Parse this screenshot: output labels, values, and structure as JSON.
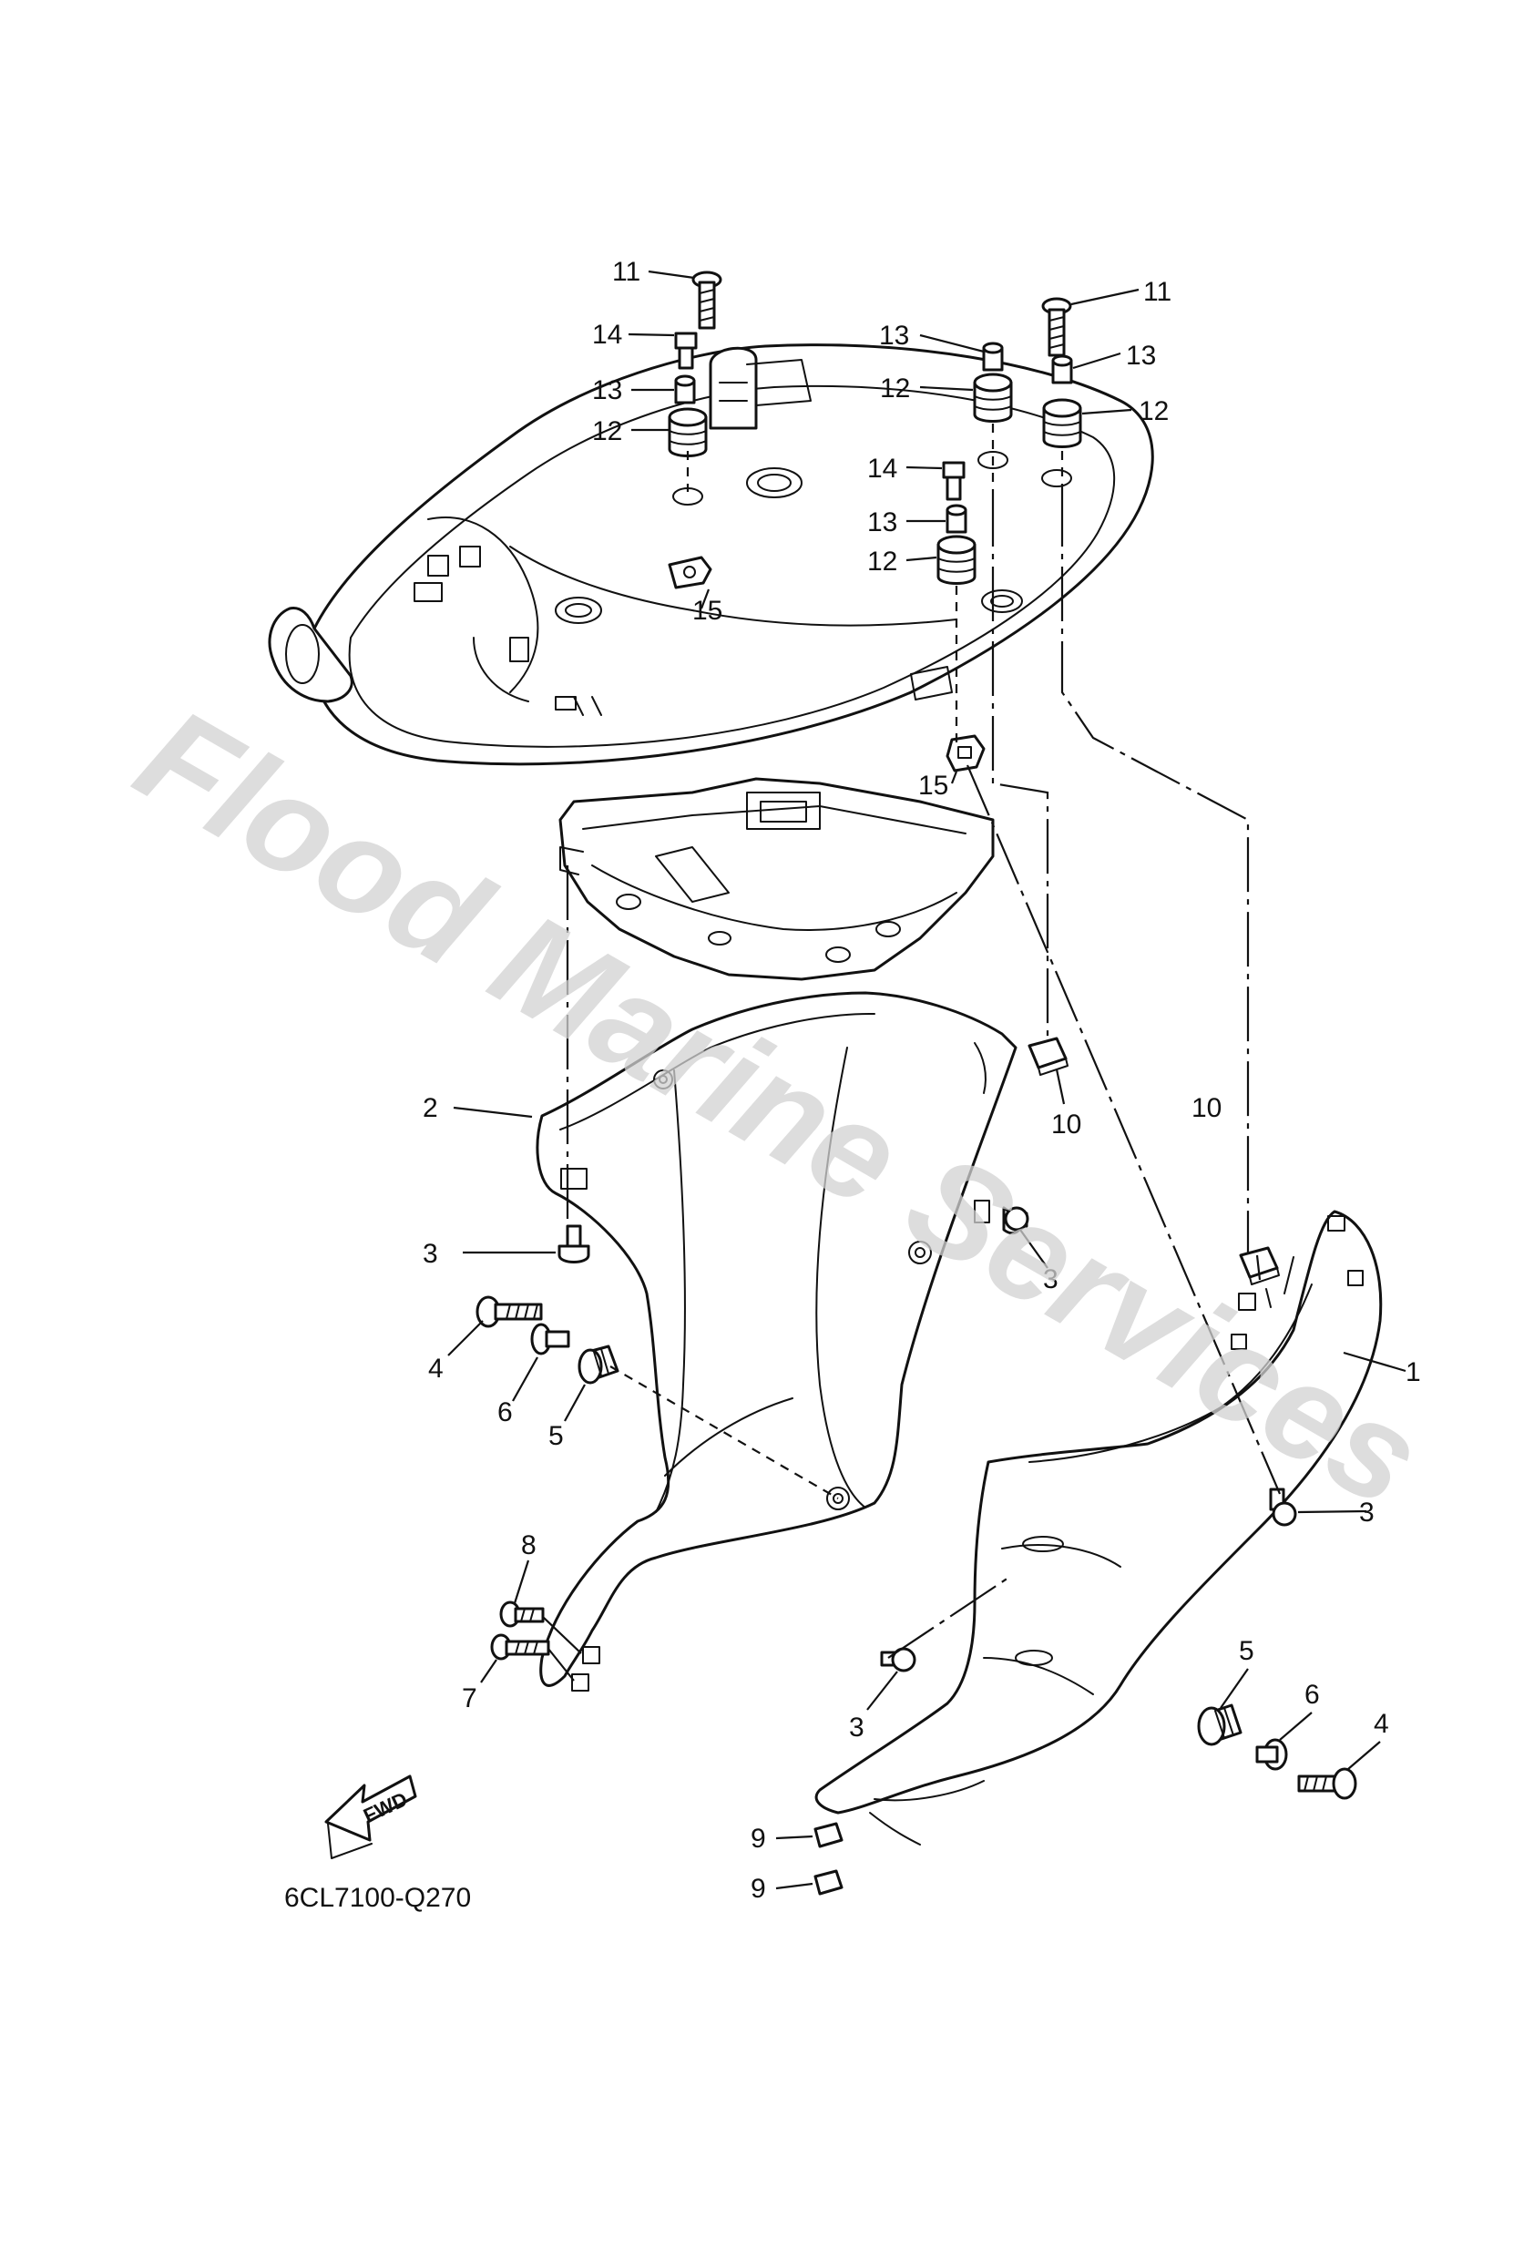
{
  "watermark": "Flood Marine Services",
  "diagram_code": "6CL7100-Q270",
  "fwd_label": "FWD",
  "callouts": [
    {
      "id": "c11a",
      "label": "11"
    },
    {
      "id": "c11b",
      "label": "11"
    },
    {
      "id": "c13a",
      "label": "13"
    },
    {
      "id": "c13b",
      "label": "13"
    },
    {
      "id": "c13c",
      "label": "13"
    },
    {
      "id": "c13d",
      "label": "13"
    },
    {
      "id": "c14a",
      "label": "14"
    },
    {
      "id": "c14b",
      "label": "14"
    },
    {
      "id": "c12a",
      "label": "12"
    },
    {
      "id": "c12b",
      "label": "12"
    },
    {
      "id": "c12c",
      "label": "12"
    },
    {
      "id": "c12d",
      "label": "12"
    },
    {
      "id": "c15a",
      "label": "15"
    },
    {
      "id": "c15b",
      "label": "15"
    },
    {
      "id": "c10a",
      "label": "10"
    },
    {
      "id": "c10b",
      "label": "10"
    },
    {
      "id": "c2",
      "label": "2"
    },
    {
      "id": "c3a",
      "label": "3"
    },
    {
      "id": "c3b",
      "label": "3"
    },
    {
      "id": "c3c",
      "label": "3"
    },
    {
      "id": "c3d",
      "label": "3"
    },
    {
      "id": "c1",
      "label": "1"
    },
    {
      "id": "c4a",
      "label": "4"
    },
    {
      "id": "c4b",
      "label": "4"
    },
    {
      "id": "c6a",
      "label": "6"
    },
    {
      "id": "c6b",
      "label": "6"
    },
    {
      "id": "c5a",
      "label": "5"
    },
    {
      "id": "c5b",
      "label": "5"
    },
    {
      "id": "c8",
      "label": "8"
    },
    {
      "id": "c7",
      "label": "7"
    },
    {
      "id": "c9a",
      "label": "9"
    },
    {
      "id": "c9b",
      "label": "9"
    }
  ]
}
